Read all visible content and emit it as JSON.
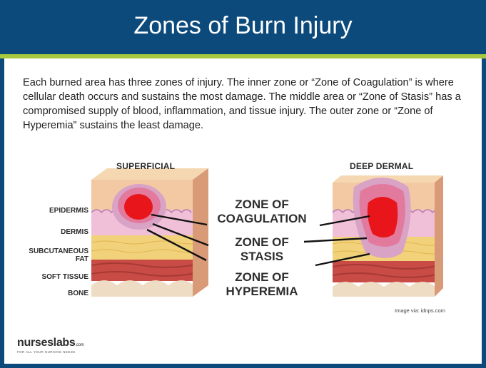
{
  "header": {
    "title": "Zones of Burn Injury"
  },
  "intro": {
    "text": "Each burned area has three zones of injury. The inner zone or “Zone of Coagulation” is where cellular death occurs and sustains the most damage. The middle area or “Zone of Stasis” has a compromised supply of blood, inflammation, and tissue injury. The outer zone or “Zone of Hyperemia” sustains the least damage."
  },
  "diagram": {
    "left_title": "SUPERFICIAL",
    "right_title": "DEEP DERMAL",
    "layers": {
      "epidermis": "EPIDERMIS",
      "dermis": "DERMIS",
      "subcutaneous_1": "SUBCUTANEOUS",
      "subcutaneous_2": "FAT",
      "soft_tissue": "SOFT TISSUE",
      "bone": "BONE"
    },
    "zones": {
      "coagulation_1": "ZONE OF",
      "coagulation_2": "COAGULATION",
      "stasis_1": "ZONE OF",
      "stasis_2": "STASIS",
      "hyperemia_1": "ZONE OF",
      "hyperemia_2": "HYPEREMIA"
    },
    "colors": {
      "coagulation": "#e8161b",
      "stasis": "#e27a9e",
      "hyperemia": "#d9a3c6",
      "epidermis": "#f2c9a3",
      "dermis": "#f0c0d8",
      "fat": "#f1d27a",
      "soft_tissue": "#c84b45",
      "bone": "#efdcc4"
    }
  },
  "credit": "Image via: idnps.com",
  "logo": {
    "name": "nurseslabs",
    "suffix": ".com",
    "tagline": "FOR ALL YOUR NURSING NEEDS"
  },
  "theme": {
    "header_bg": "#0c4a7c",
    "stripe": "#a7c83f"
  }
}
